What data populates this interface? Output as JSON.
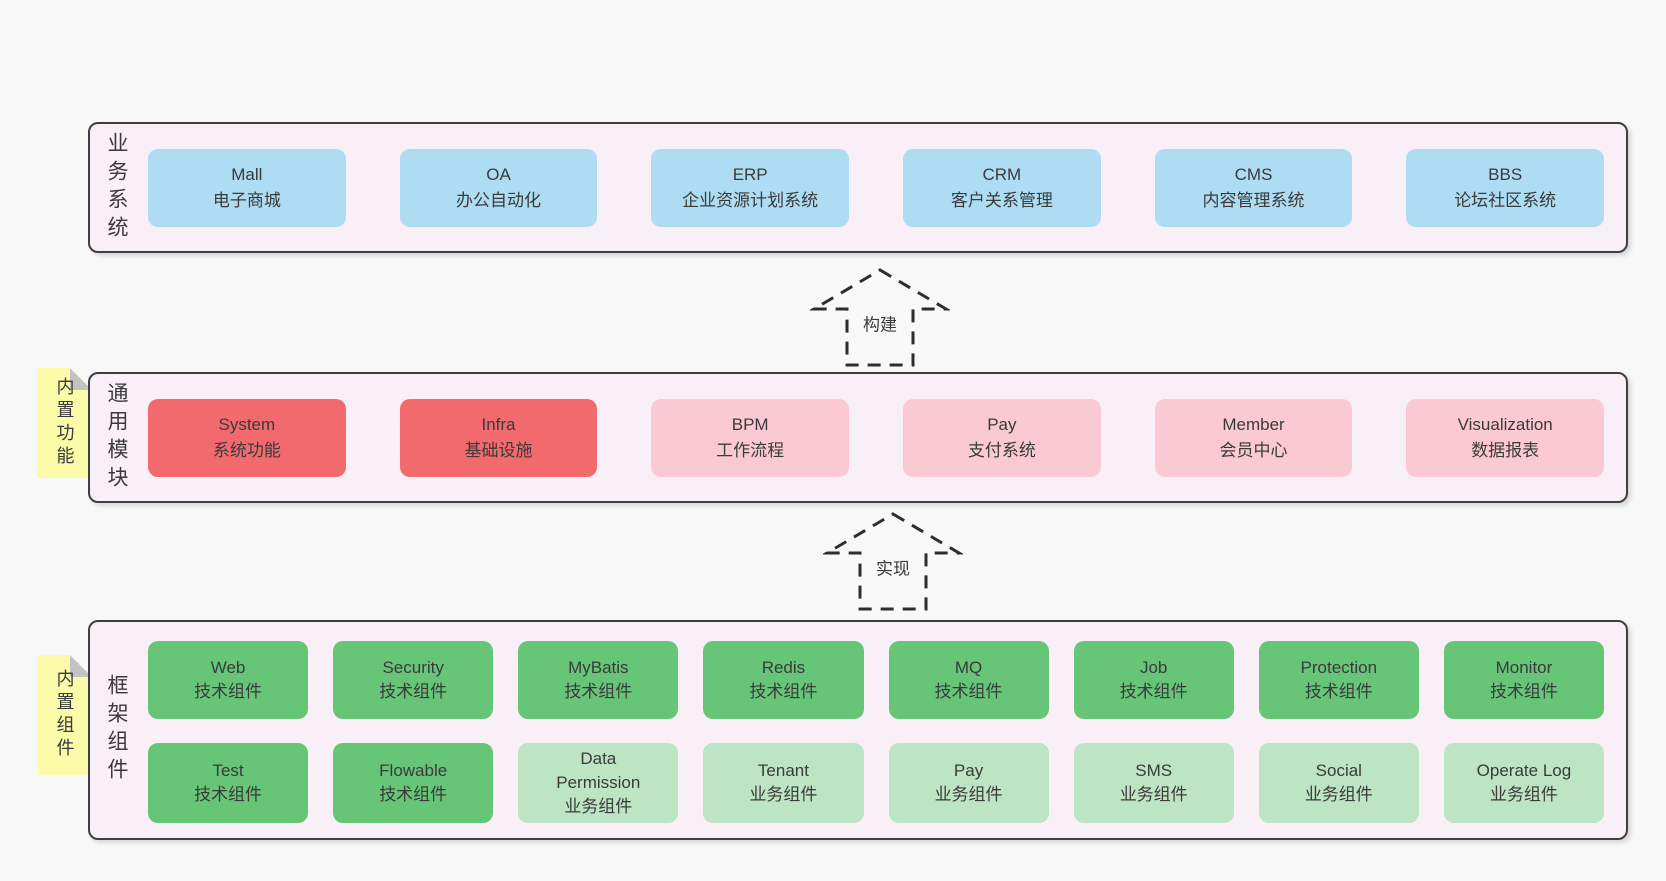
{
  "diagram": {
    "bands": [
      {
        "label": "业务系统",
        "boxes": [
          {
            "en": "Mall",
            "zh": "电子商城"
          },
          {
            "en": "OA",
            "zh": "办公自动化"
          },
          {
            "en": "ERP",
            "zh": "企业资源计划系统"
          },
          {
            "en": "CRM",
            "zh": "客户关系管理"
          },
          {
            "en": "CMS",
            "zh": "内容管理系统"
          },
          {
            "en": "BBS",
            "zh": "论坛社区系统"
          }
        ]
      },
      {
        "label": "通用模块",
        "note": "内置功能",
        "boxes": [
          {
            "en": "System",
            "zh": "系统功能"
          },
          {
            "en": "Infra",
            "zh": "基础设施"
          },
          {
            "en": "BPM",
            "zh": "工作流程"
          },
          {
            "en": "Pay",
            "zh": "支付系统"
          },
          {
            "en": "Member",
            "zh": "会员中心"
          },
          {
            "en": "Visualization",
            "zh": "数据报表"
          }
        ]
      },
      {
        "label": "框架组件",
        "note": "内置组件",
        "boxes": [
          {
            "en": "Web",
            "zh": "技术组件"
          },
          {
            "en": "Security",
            "zh": "技术组件"
          },
          {
            "en": "MyBatis",
            "zh": "技术组件"
          },
          {
            "en": "Redis",
            "zh": "技术组件"
          },
          {
            "en": "MQ",
            "zh": "技术组件"
          },
          {
            "en": "Job",
            "zh": "技术组件"
          },
          {
            "en": "Protection",
            "zh": "技术组件"
          },
          {
            "en": "Monitor",
            "zh": "技术组件"
          },
          {
            "en": "Test",
            "zh": "技术组件"
          },
          {
            "en": "Flowable",
            "zh": "技术组件"
          },
          {
            "en": "Data\nPermission",
            "zh": "业务组件"
          },
          {
            "en": "Tenant",
            "zh": "业务组件"
          },
          {
            "en": "Pay",
            "zh": "业务组件"
          },
          {
            "en": "SMS",
            "zh": "业务组件"
          },
          {
            "en": "Social",
            "zh": "业务组件"
          },
          {
            "en": "Operate Log",
            "zh": "业务组件"
          }
        ]
      }
    ],
    "arrows": [
      {
        "label": "构建"
      },
      {
        "label": "实现"
      }
    ],
    "colors": {
      "background": "#f8f8f8",
      "band_background": "#f9eff7",
      "band_border": "#3f3f3f",
      "box_blue": "#aedcf3",
      "box_red": "#f2696e",
      "box_pink": "#fbc9d3",
      "box_green_dark": "#67c578",
      "box_green_light": "#bde4c3",
      "note_yellow": "#fbfba9",
      "text": "#3a3a3a"
    }
  }
}
